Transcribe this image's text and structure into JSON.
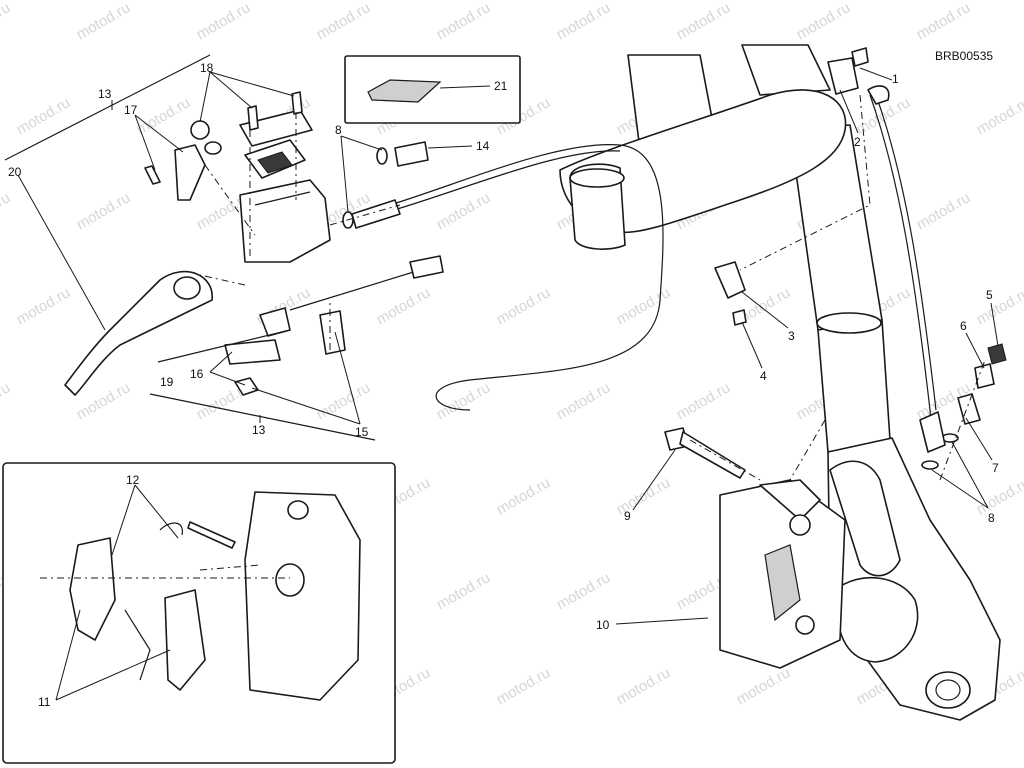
{
  "drawing_code": "BRB00535",
  "watermark": "motod.ru",
  "callouts": [
    "1",
    "2",
    "3",
    "4",
    "5",
    "6",
    "7",
    "8",
    "8",
    "9",
    "10",
    "11",
    "12",
    "13",
    "13",
    "14",
    "15",
    "16",
    "17",
    "18",
    "19",
    "20",
    "21"
  ]
}
